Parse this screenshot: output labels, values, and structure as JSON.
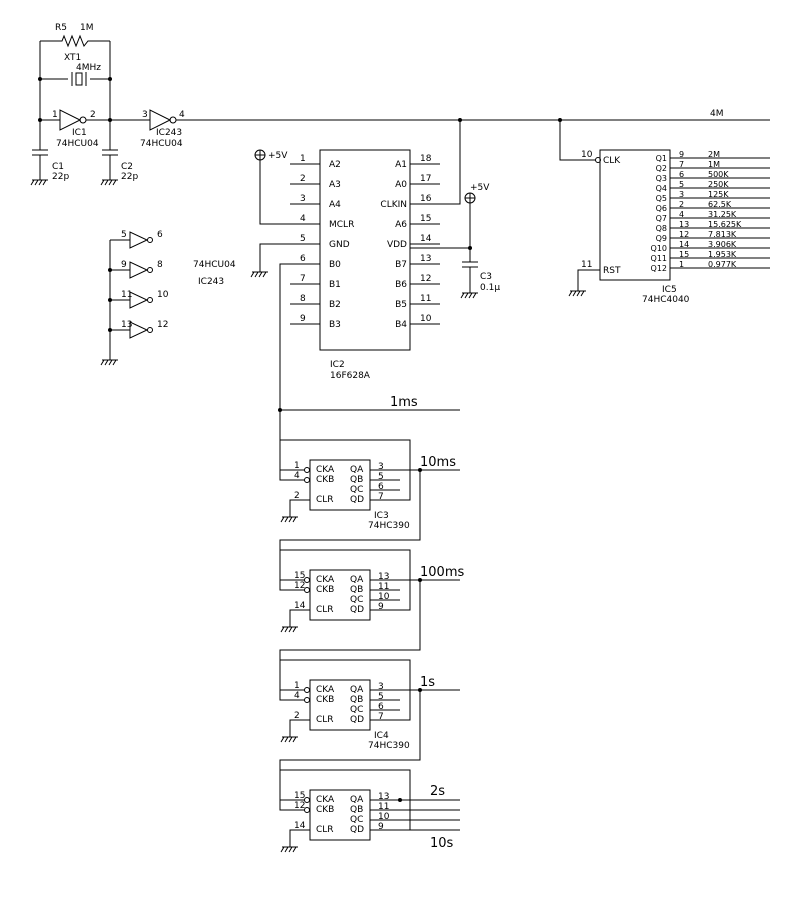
{
  "r5": {
    "ref": "R5",
    "value": "1M"
  },
  "xt1": {
    "ref": "XT1",
    "value": "4MHz"
  },
  "c1": {
    "ref": "C1",
    "value": "22p"
  },
  "c2": {
    "ref": "C2",
    "value": "22p"
  },
  "c3": {
    "ref": "C3",
    "value": "0.1μ"
  },
  "vcc": "+5V",
  "inv1": {
    "ref": "IC1",
    "part": "74HCU04",
    "pin_in": "1",
    "pin_out": "2"
  },
  "inv2": {
    "ref": "IC243",
    "part": "74HCU04",
    "pin_in": "3",
    "pin_out": "4"
  },
  "unused_inv": {
    "pins": [
      [
        "5",
        "6"
      ],
      [
        "9",
        "8"
      ],
      [
        "11",
        "10"
      ],
      [
        "13",
        "12"
      ]
    ],
    "part": "74HCU04",
    "ref": "IC243"
  },
  "net_4m": "4M",
  "ic2": {
    "ref": "IC2",
    "part": "16F628A",
    "left": [
      [
        "1",
        "A2"
      ],
      [
        "2",
        "A3"
      ],
      [
        "3",
        "A4"
      ],
      [
        "4",
        "MCLR"
      ],
      [
        "5",
        "GND"
      ],
      [
        "6",
        "B0"
      ],
      [
        "7",
        "B1"
      ],
      [
        "8",
        "B2"
      ],
      [
        "9",
        "B3"
      ]
    ],
    "right": [
      [
        "18",
        "A1"
      ],
      [
        "17",
        "A0"
      ],
      [
        "16",
        "CLKIN"
      ],
      [
        "15",
        "A6"
      ],
      [
        "14",
        "VDD"
      ],
      [
        "13",
        "B7"
      ],
      [
        "12",
        "B6"
      ],
      [
        "11",
        "B5"
      ],
      [
        "10",
        "B4"
      ]
    ]
  },
  "ic5": {
    "ref": "IC5",
    "part": "74HC4040",
    "clk_pin": "10",
    "clk": "CLK",
    "rst_pin": "11",
    "rst": "RST",
    "outputs": [
      [
        "Q1",
        "9",
        "2M"
      ],
      [
        "Q2",
        "7",
        "1M"
      ],
      [
        "Q3",
        "6",
        "500K"
      ],
      [
        "Q4",
        "5",
        "250K"
      ],
      [
        "Q5",
        "3",
        "125K"
      ],
      [
        "Q6",
        "2",
        "62.5K"
      ],
      [
        "Q7",
        "4",
        "31.25K"
      ],
      [
        "Q8",
        "13",
        "15.625K"
      ],
      [
        "Q9",
        "12",
        "7.813K"
      ],
      [
        "Q10",
        "14",
        "3.906K"
      ],
      [
        "Q11",
        "15",
        "1.953K"
      ],
      [
        "Q12",
        "1",
        "0.977K"
      ]
    ]
  },
  "net_1ms": "1ms",
  "counter_labels": {
    "cka": "CKA",
    "ckb": "CKB",
    "clr": "CLR",
    "qa": "QA",
    "qb": "QB",
    "qc": "QC",
    "qd": "QD"
  },
  "counters": [
    {
      "pins": [
        "1",
        "4",
        "2",
        "3",
        "5",
        "6",
        "7"
      ],
      "out": "10ms",
      "ref": "IC3",
      "part": "74HC390"
    },
    {
      "pins": [
        "15",
        "12",
        "14",
        "13",
        "11",
        "10",
        "9"
      ],
      "out": "100ms",
      "ref": "",
      "part": ""
    },
    {
      "pins": [
        "1",
        "4",
        "2",
        "3",
        "5",
        "6",
        "7"
      ],
      "out": "1s",
      "ref": "IC4",
      "part": "74HC390"
    },
    {
      "pins": [
        "15",
        "12",
        "14",
        "13",
        "11",
        "10",
        "9"
      ],
      "out": "2s",
      "out2": "10s",
      "ref": "",
      "part": ""
    }
  ]
}
